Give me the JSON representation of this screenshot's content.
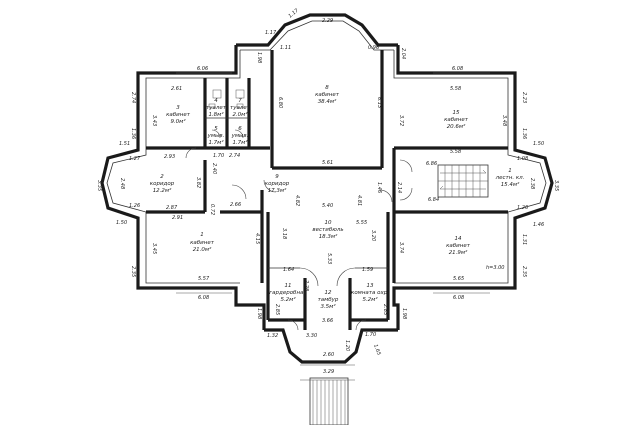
{
  "rooms": [
    {
      "id": "1",
      "num": "1",
      "name": "кабинет",
      "area": "21.0м²"
    },
    {
      "id": "2",
      "num": "2",
      "name": "коридор",
      "area": "12.2м²"
    },
    {
      "id": "3",
      "num": "3",
      "name": "кабинет",
      "area": "9.0м²"
    },
    {
      "id": "4",
      "num": "4",
      "name": "туалет",
      "area": "1.8м²"
    },
    {
      "id": "5",
      "num": "5",
      "name": "умыв.",
      "area": "1.7м²"
    },
    {
      "id": "6",
      "num": "6",
      "name": "умыв.",
      "area": "1.7м²"
    },
    {
      "id": "7",
      "num": "7",
      "name": "туалет",
      "area": "2.0м²"
    },
    {
      "id": "8",
      "num": "8",
      "name": "кабинет",
      "area": "38.4м²"
    },
    {
      "id": "9",
      "num": "9",
      "name": "коридор",
      "area": "17.3м²"
    },
    {
      "id": "10",
      "num": "10",
      "name": "вестибюль",
      "area": "18.3м²"
    },
    {
      "id": "11",
      "num": "11",
      "name": "гардеробная",
      "area": "5.2м²"
    },
    {
      "id": "12",
      "num": "12",
      "name": "тамбур",
      "area": "3.5м²"
    },
    {
      "id": "13",
      "num": "13",
      "name": "комната охр.",
      "area": "5.2м²"
    },
    {
      "id": "14",
      "num": "14",
      "name": "кабинет",
      "area": "21.9м²"
    },
    {
      "id": "15",
      "num": "15",
      "name": "кабинет",
      "area": "20.6м²"
    },
    {
      "id": "16",
      "num": "1",
      "name": "лестн. кл.",
      "area": "15.4м²"
    }
  ],
  "height_note": "h=3.00",
  "dims": {
    "d1": "6.06",
    "d2": "2.61",
    "d3": "3.43",
    "d4": "2.74",
    "d5": "1.36",
    "d6": "2.93",
    "d7": "1.51",
    "d8": "1.27",
    "d9": "3.35",
    "d10": "2.48",
    "d11": "1.26",
    "d12": "1.50",
    "d13": "2.87",
    "d14": "2.91",
    "d15": "3.45",
    "d16": "2.35",
    "d17": "5.57",
    "d18": "6.08",
    "d19": "0.72",
    "d20": "3.82",
    "d21": "2.40",
    "d22": "2.66",
    "d23": "1.70",
    "d24": "2.74",
    "d25": "4.15",
    "d26": "1.17",
    "d27": "2.29",
    "d28": "1.17",
    "d29": "1.98",
    "d30": "1.11",
    "d31": "0.96",
    "d32": "2.04",
    "d33": "6.80",
    "d34": "6.13",
    "d35": "5.61",
    "d36": "4.82",
    "d37": "5.40",
    "d38": "4.81",
    "d39": "5.55",
    "d40": "3.18",
    "d41": "3.20",
    "d42": "1.64",
    "d43": "1.59",
    "d44": "2.28",
    "d45": "5.33",
    "d46": "2.85",
    "d47": "2.85",
    "d48": "1.98",
    "d49": "3.66",
    "d50": "1.32",
    "d51": "3.30",
    "d52": "1.20",
    "d53": "1.65",
    "d54": "2.60",
    "d55": "3.29",
    "d56": "6.08",
    "d57": "5.58",
    "d58": "2.23",
    "d59": "3.72",
    "d60": "3.48",
    "d61": "1.36",
    "d62": "6.86",
    "d63": "5.58",
    "d64": "1.08",
    "d65": "2.38",
    "d66": "3.35",
    "d67": "1.50",
    "d68": "6.84",
    "d69": "1.26",
    "d70": "1.31",
    "d71": "1.46",
    "d72": "3.74",
    "d73": "5.65",
    "d74": "6.08",
    "d75": "2.35",
    "d76": "1.46",
    "d77": "2.14",
    "d78": "1.70",
    "d79": "1.98"
  }
}
